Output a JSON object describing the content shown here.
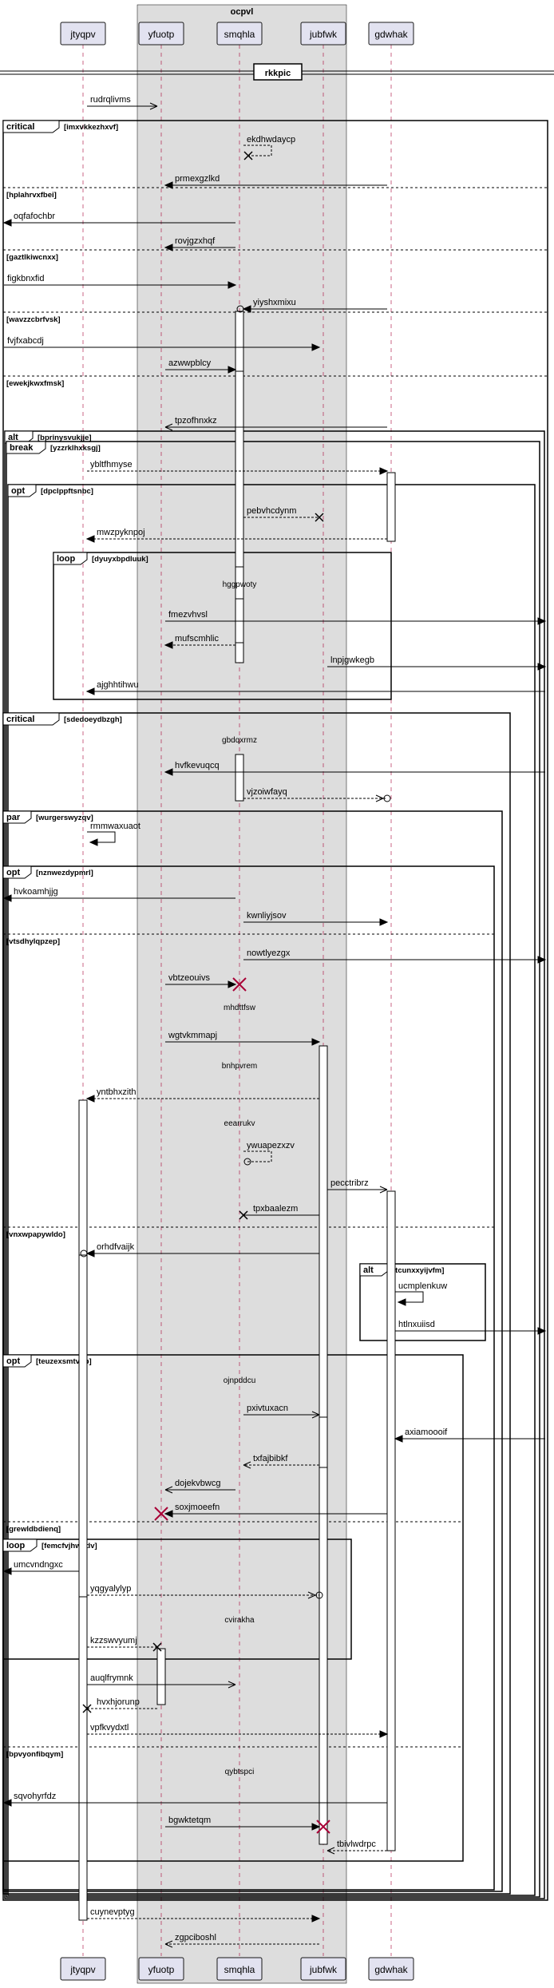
{
  "box": {
    "title": "ocpvl",
    "fill": "#dddddd"
  },
  "colors": {
    "participant_fill": "#e2e2f0",
    "participant_stroke": "#181818",
    "destroy": "#a80036",
    "frame_label_fill": "#ffffff"
  },
  "participants": [
    {
      "id": "jtyqpv",
      "label": "jtyqpv"
    },
    {
      "id": "yfuotp",
      "label": "yfuotp"
    },
    {
      "id": "smqhla",
      "label": "smqhla"
    },
    {
      "id": "jubfwk",
      "label": "jubfwk"
    },
    {
      "id": "gdwhak",
      "label": "gdwhak"
    }
  ],
  "divider": {
    "label": "rkkpic"
  },
  "frames": [
    {
      "kind": "critical",
      "guard": "[imxvkkezhxvf]",
      "sections": [
        "[hplahrvxfbei]",
        "[gaztlkiwcnxx]",
        "[wavzzcbrfvsk]",
        "[ewekjkwxfmsk]"
      ]
    },
    {
      "kind": "alt",
      "guard": "[bprinysvukjje]",
      "sections": []
    },
    {
      "kind": "break",
      "guard": "[yzzrklhxksgj]",
      "sections": []
    },
    {
      "kind": "opt",
      "guard": "[dpclppftsnbc]",
      "sections": []
    },
    {
      "kind": "loop",
      "guard": "[dyuyxbpdluuk]",
      "sections": []
    },
    {
      "kind": "critical",
      "guard": "[sdedoeydbzgh]",
      "sections": []
    },
    {
      "kind": "par",
      "guard": "[wurgerswyzqv]",
      "sections": []
    },
    {
      "kind": "opt",
      "guard": "[nznwezdypmrl]",
      "sections": [
        "[vtsdhylqpzep]",
        "[vnxwpapywldo]"
      ]
    },
    {
      "kind": "alt",
      "guard": "[tcunxxyijvfm]",
      "sections": []
    },
    {
      "kind": "opt",
      "guard": "[teuzexsmtvob]",
      "sections": [
        "[grewldbdienq]",
        "[bpvyonfibqym]"
      ]
    },
    {
      "kind": "loop",
      "guard": "[femcfvjhwddv]",
      "sections": []
    }
  ],
  "messages": [
    {
      "label": "rudrqlivms"
    },
    {
      "label": "ekdhwdaycp"
    },
    {
      "label": "prmexgzlkd"
    },
    {
      "label": "oqfafochbr"
    },
    {
      "label": "rovjgzxhqf"
    },
    {
      "label": "figkbnxfid"
    },
    {
      "label": "yiyshxmixu"
    },
    {
      "label": "fvjfxabcdj"
    },
    {
      "label": "azwwpblcy"
    },
    {
      "label": "tpzofhnxkz"
    },
    {
      "label": "ybltfhmyse"
    },
    {
      "label": "pebvhcdynm"
    },
    {
      "label": "mwzpyknpoj"
    },
    {
      "label": "hggpwoty"
    },
    {
      "label": "fmezvhvsl"
    },
    {
      "label": "mufscmhlic"
    },
    {
      "label": "lnpjgwkegb"
    },
    {
      "label": "ajghhtihwu"
    },
    {
      "label": "gbdqxrmz"
    },
    {
      "label": "hvfkevuqcq"
    },
    {
      "label": "vjzoiwfayq"
    },
    {
      "label": "rmmwaxuaot"
    },
    {
      "label": "hvkoamhjjg"
    },
    {
      "label": "kwnliyjsov"
    },
    {
      "label": "nowtlyezgx"
    },
    {
      "label": "vbtzeouivs"
    },
    {
      "label": "mhdttfsw"
    },
    {
      "label": "wgtvkmmapj"
    },
    {
      "label": "bnhpvrem"
    },
    {
      "label": "yntbhxzith"
    },
    {
      "label": "eearrukv"
    },
    {
      "label": "ywuapezxzv"
    },
    {
      "label": "pecctribrz"
    },
    {
      "label": "tpxbaalezm"
    },
    {
      "label": "orhdfvaijk"
    },
    {
      "label": "ucmplenkuw"
    },
    {
      "label": "htlnxuiisd"
    },
    {
      "label": "ojnpddcu"
    },
    {
      "label": "pxivtuxacn"
    },
    {
      "label": "axiamoooif"
    },
    {
      "label": "txfajbibkf"
    },
    {
      "label": "dojekvbwcg"
    },
    {
      "label": "soxjmoeefn"
    },
    {
      "label": "umcvndngxc"
    },
    {
      "label": "yqgyalylyp"
    },
    {
      "label": "cvirakha"
    },
    {
      "label": "kzzswvyumj"
    },
    {
      "label": "auqlfrymnk"
    },
    {
      "label": "hvxhjorunp"
    },
    {
      "label": "vpfkvydxtl"
    },
    {
      "label": "qybtspci"
    },
    {
      "label": "sqvohyrfdz"
    },
    {
      "label": "bgwktetqm"
    },
    {
      "label": "tbivlwdrpc"
    },
    {
      "label": "cuynevptyg"
    },
    {
      "label": "zgpciboshl"
    }
  ]
}
